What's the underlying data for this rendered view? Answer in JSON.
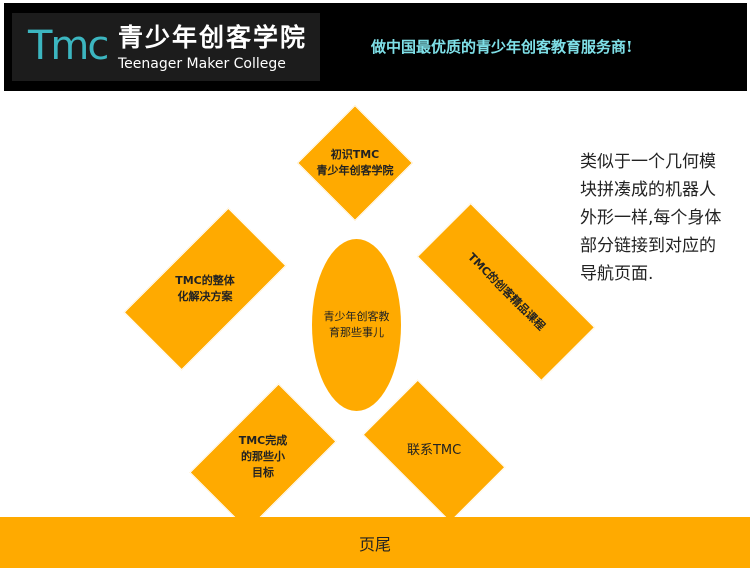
{
  "header": {
    "logo_mark": "Tmc",
    "logo_cn": "青少年创客学院",
    "logo_en": "Teenager Maker College",
    "slogan": "做中国最优质的青少年创客教育服务商!"
  },
  "nav": {
    "top": "初识TMC\n青少年创客学院",
    "left": "TMC的整体\n化解决方案",
    "right": "TMC的创客精品课程",
    "bottom_left": "TMC完成\n的那些小\n目标",
    "bottom_right": "联系TMC",
    "center": "青少年创客教育那些事儿"
  },
  "description": "类似于一个几何模块拼凑成的机器人外形一样,每个身体部分链接到对应的导航页面.",
  "footer": {
    "label": "页尾"
  },
  "colors": {
    "accent": "#ffaa00",
    "header_bg": "#000000",
    "slogan": "#7fe0e8",
    "logo": "#3cb6c0"
  }
}
